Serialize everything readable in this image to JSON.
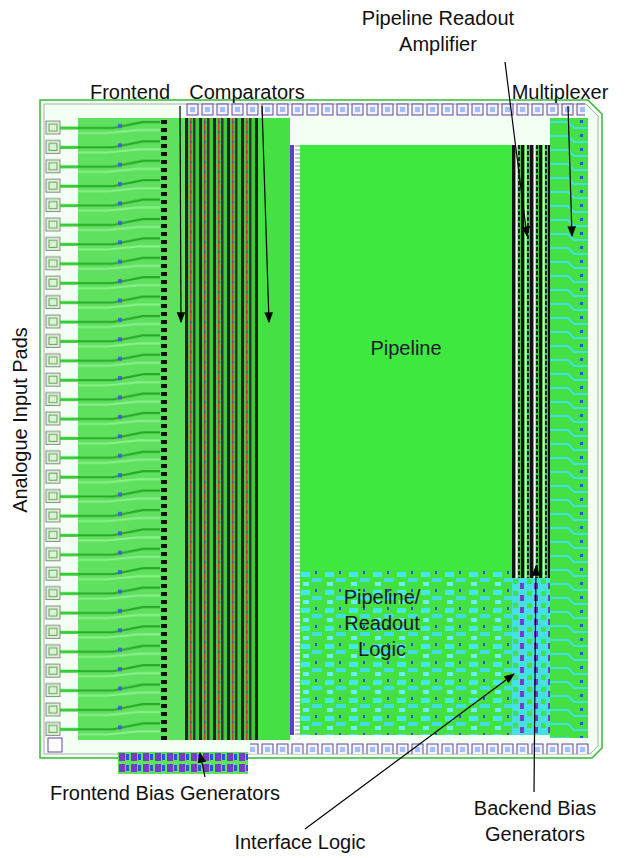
{
  "diagram": {
    "nodes": [
      {
        "text": [
          "Pipeline"
        ]
      },
      {
        "text": [
          "Pipeline/ Readout Logic"
        ]
      }
    ],
    "labels": [
      "Frontend",
      "Comparators",
      "Pipeline Readout Amplifier",
      "Multiplexer",
      "Analogue Input Pads",
      "Frontend Bias Generators",
      "Backend Bias Generators",
      "Interface Logic"
    ]
  }
}
